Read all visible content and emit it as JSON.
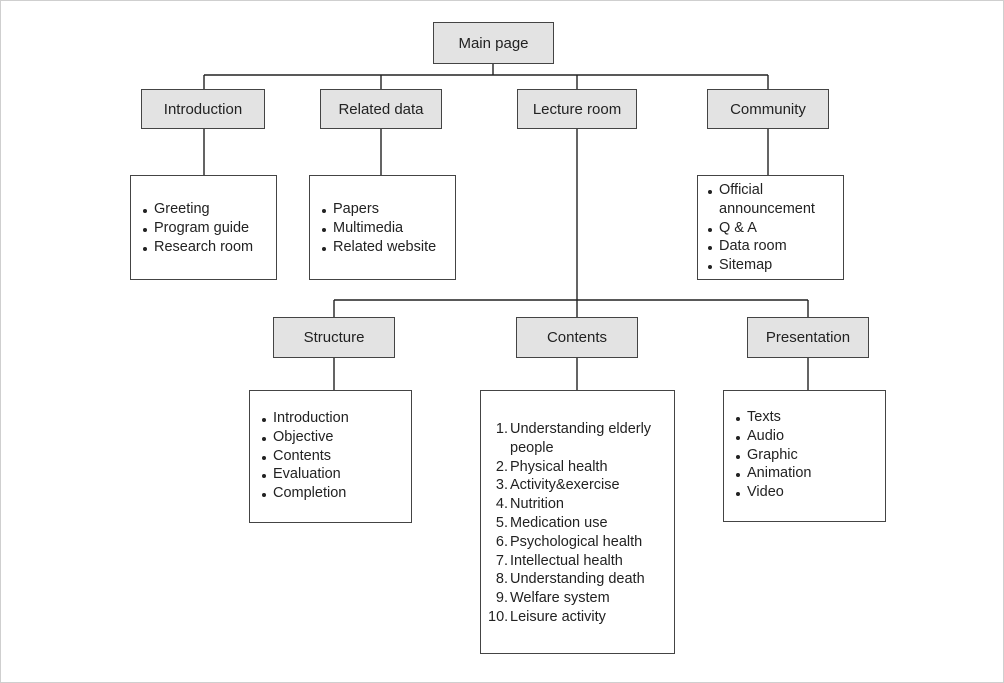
{
  "main": {
    "label": "Main page"
  },
  "level1": [
    {
      "id": "introduction",
      "label": "Introduction",
      "items": [
        "Greeting",
        "Program guide",
        "Research room"
      ]
    },
    {
      "id": "related-data",
      "label": "Related data",
      "items": [
        "Papers",
        "Multimedia",
        "Related website"
      ]
    },
    {
      "id": "lecture-room",
      "label": "Lecture room"
    },
    {
      "id": "community",
      "label": "Community",
      "items": [
        "Official announcement",
        "Q & A",
        "Data room",
        "Sitemap"
      ]
    }
  ],
  "level2": [
    {
      "id": "structure",
      "label": "Structure",
      "items": [
        "Introduction",
        "Objective",
        "Contents",
        "Evaluation",
        "Completion"
      ]
    },
    {
      "id": "contents",
      "label": "Contents",
      "numbered_items": [
        "Understanding elderly people",
        "Physical health",
        "Activity&exercise",
        "Nutrition",
        "Medication use",
        "Psychological health",
        "Intellectual health",
        "Understanding death",
        "Welfare system",
        "Leisure activity"
      ]
    },
    {
      "id": "presentation",
      "label": "Presentation",
      "items": [
        "Texts",
        "Audio",
        "Graphic",
        "Animation",
        "Video"
      ]
    }
  ],
  "colors": {
    "node_fill": "#e3e3e3",
    "line": "#222222",
    "border": "#444444"
  }
}
